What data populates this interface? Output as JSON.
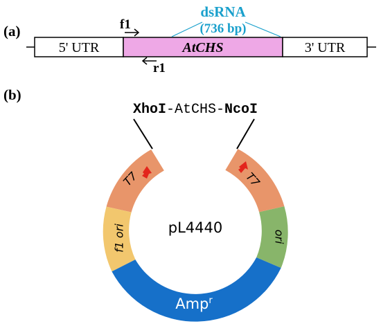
{
  "panel_a": {
    "label": "(a)",
    "utr5": "5' UTR",
    "gene": "AtCHS",
    "utr3": "3' UTR",
    "primer_forward": "f1",
    "primer_reverse": "r1",
    "dsrna_title": "dsRNA",
    "dsrna_length": "(736 bp)"
  },
  "panel_b": {
    "label": "(b)",
    "insert_site_left": "XhoI",
    "insert_sep_left": "-",
    "insert_gene": "AtCHS",
    "insert_sep_right": "-",
    "insert_site_right": "NcoI",
    "plasmid_name": "pL4440",
    "segments": {
      "t7_left": "T7",
      "t7_right": "T7",
      "f1_ori": "f1 ori",
      "ori": "ori",
      "amp": "Amp",
      "amp_superscript": "r"
    }
  },
  "colors": {
    "gene_fill": "#eea8e6",
    "dsrna": "#1aa0cc",
    "t7": "#e8956a",
    "f1_ori": "#f2c76e",
    "ori": "#88b56a",
    "amp": "#1670c9",
    "arrow": "#e3251c"
  }
}
